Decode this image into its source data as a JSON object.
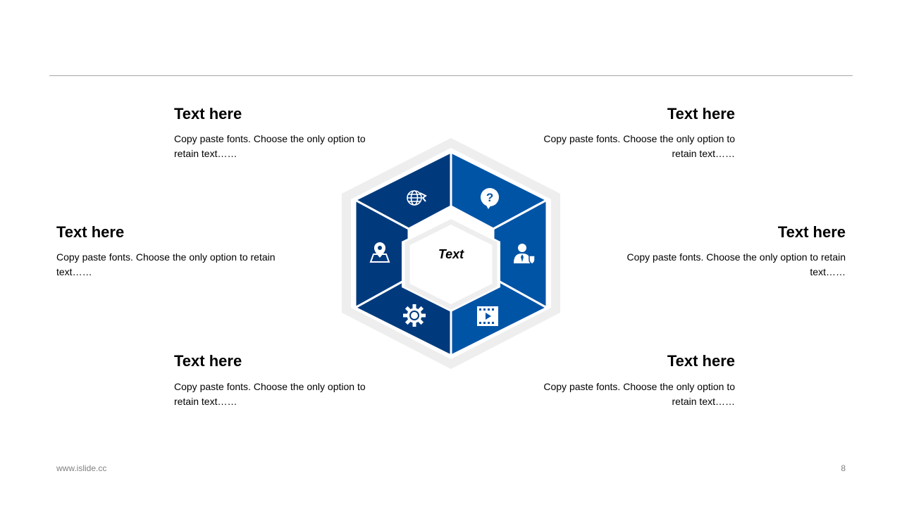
{
  "colors": {
    "dark_blue": "#003a7d",
    "mid_blue": "#0054a6",
    "ring_gray": "#eeeeee",
    "rule": "#a6a6a6"
  },
  "center_label": "Text",
  "blocks": [
    {
      "title": "Text here",
      "body": "Copy paste fonts. Choose the only option to retain text……",
      "align": "left"
    },
    {
      "title": "Text here",
      "body": "Copy paste fonts. Choose the only option to retain text……",
      "align": "right"
    },
    {
      "title": "Text here",
      "body": "Copy paste fonts. Choose the only option to retain text……",
      "align": "left"
    },
    {
      "title": "Text here",
      "body": "Copy paste fonts. Choose the only option to retain text……",
      "align": "right"
    },
    {
      "title": "Text here",
      "body": "Copy paste fonts. Choose the only option to retain text……",
      "align": "left"
    },
    {
      "title": "Text here",
      "body": "Copy paste fonts. Choose the only option to retain text……",
      "align": "right"
    }
  ],
  "segments": [
    {
      "icon": "globe-plane-icon",
      "color": "dark_blue"
    },
    {
      "icon": "question-bubble-icon",
      "color": "mid_blue"
    },
    {
      "icon": "map-pin-icon",
      "color": "dark_blue"
    },
    {
      "icon": "business-person-shield-icon",
      "color": "mid_blue"
    },
    {
      "icon": "sun-gear-icon",
      "color": "dark_blue"
    },
    {
      "icon": "film-play-icon",
      "color": "mid_blue"
    }
  ],
  "footer": {
    "url": "www.islide.cc",
    "page": "8"
  }
}
